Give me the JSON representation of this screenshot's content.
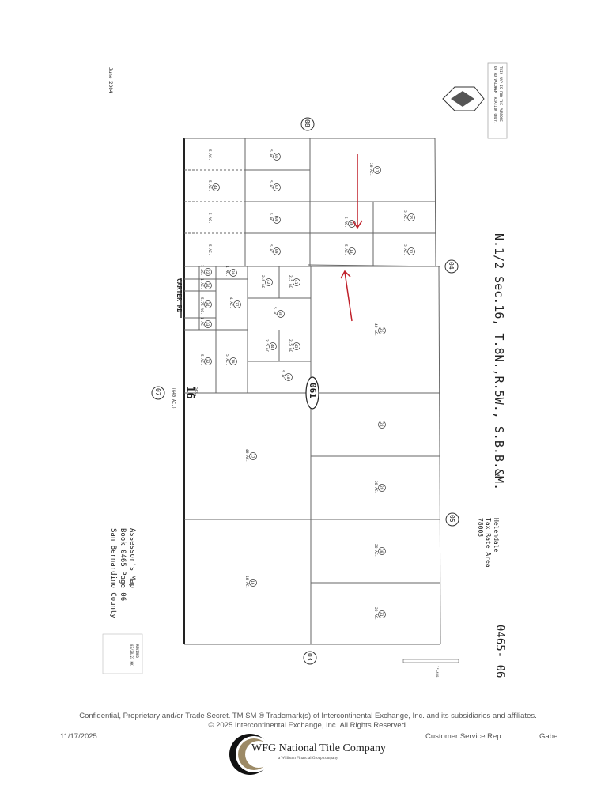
{
  "map": {
    "title": "N.1/2 Sec.16, T.8N.,R.5W., S.B.B.&M.",
    "tax_rate_area": [
      "Helendale",
      "Tax Rate Area",
      "78003"
    ],
    "map_number": "0465- 06",
    "assessor_caption": [
      "Assessor's Map",
      "Book 0465 Page 06",
      "San Bernardino County"
    ],
    "date": "June 2004",
    "disclaimer": [
      "THIS MAP IS FOR THE PURPOSE",
      "OF AD VALOREM TAXATION ONLY."
    ],
    "revised": [
      "REVISED",
      "03/28/23 KK"
    ],
    "road_label": "CARTER RD",
    "section_label": "SEC.",
    "section_number": "16",
    "section_area": "(640 AC.)",
    "page_oval": "061",
    "scale": "1\"=400'",
    "adjacent_pages": [
      "08",
      "04",
      "05",
      "03",
      "07"
    ],
    "parcels": [
      {
        "num": "17",
        "area": "20 AC."
      },
      {
        "num": "36",
        "area": "5 AC."
      },
      {
        "num": "35",
        "area": "5 AC."
      },
      {
        "num": "13",
        "area": "5 AC."
      },
      {
        "num": "12",
        "area": "5 AC."
      },
      {
        "num": "06",
        "area": "5 AC."
      },
      {
        "num": "07",
        "area": "5 AC."
      },
      {
        "num": "08",
        "area": "5 AC."
      },
      {
        "num": "09",
        "area": "5 AC."
      },
      {
        "num": "",
        "area": "5 AC."
      },
      {
        "num": "43",
        "area": "5 AC."
      },
      {
        "num": "",
        "area": "5 AC."
      },
      {
        "num": "",
        "area": "5 AC."
      },
      {
        "num": "26",
        "area": "40 AC."
      },
      {
        "num": "41",
        "area": "2.5 AC."
      },
      {
        "num": "42",
        "area": "2.5 AC."
      },
      {
        "num": "38",
        "area": "5 AC."
      },
      {
        "num": "44",
        "area": "2.5 AC."
      },
      {
        "num": "45",
        "area": "2.5 AC."
      },
      {
        "num": "40",
        "area": "5 AC."
      },
      {
        "num": "30",
        "area": "1 AC."
      },
      {
        "num": "27",
        "area": "4 AC."
      },
      {
        "num": "19",
        "area": "5 AC."
      },
      {
        "num": "22",
        "area": "1 AC."
      },
      {
        "num": "24",
        "area": "1 AC."
      },
      {
        "num": "34",
        "area": "5.75 AC."
      },
      {
        "num": "33",
        "area": "1 AC."
      },
      {
        "num": "32",
        "area": "5 AC."
      },
      {
        "num": "28",
        "area": ""
      },
      {
        "num": "29",
        "area": "20 AC."
      },
      {
        "num": "30",
        "area": "20 AC."
      },
      {
        "num": "31",
        "area": "20 AC."
      },
      {
        "num": "17",
        "area": "40 AC."
      },
      {
        "num": "16",
        "area": "40 AC."
      }
    ]
  },
  "footer": {
    "confidential": "Confidential, Proprietary and/or Trade Secret.  TM SM  ® Trademark(s) of Intercontinental Exchange, Inc. and its subsidiaries and affiliates.",
    "copyright": "© 2025 Intercontinental Exchange, Inc. All Rights Reserved.",
    "date": "11/17/2025",
    "rep_label": "Customer Service Rep:",
    "rep_name": "Gabe",
    "company": "WFG National Title Company",
    "company_sub": "a Williston Financial Group company"
  },
  "colors": {
    "arrow": "#c0202a",
    "lines": "#555555"
  }
}
